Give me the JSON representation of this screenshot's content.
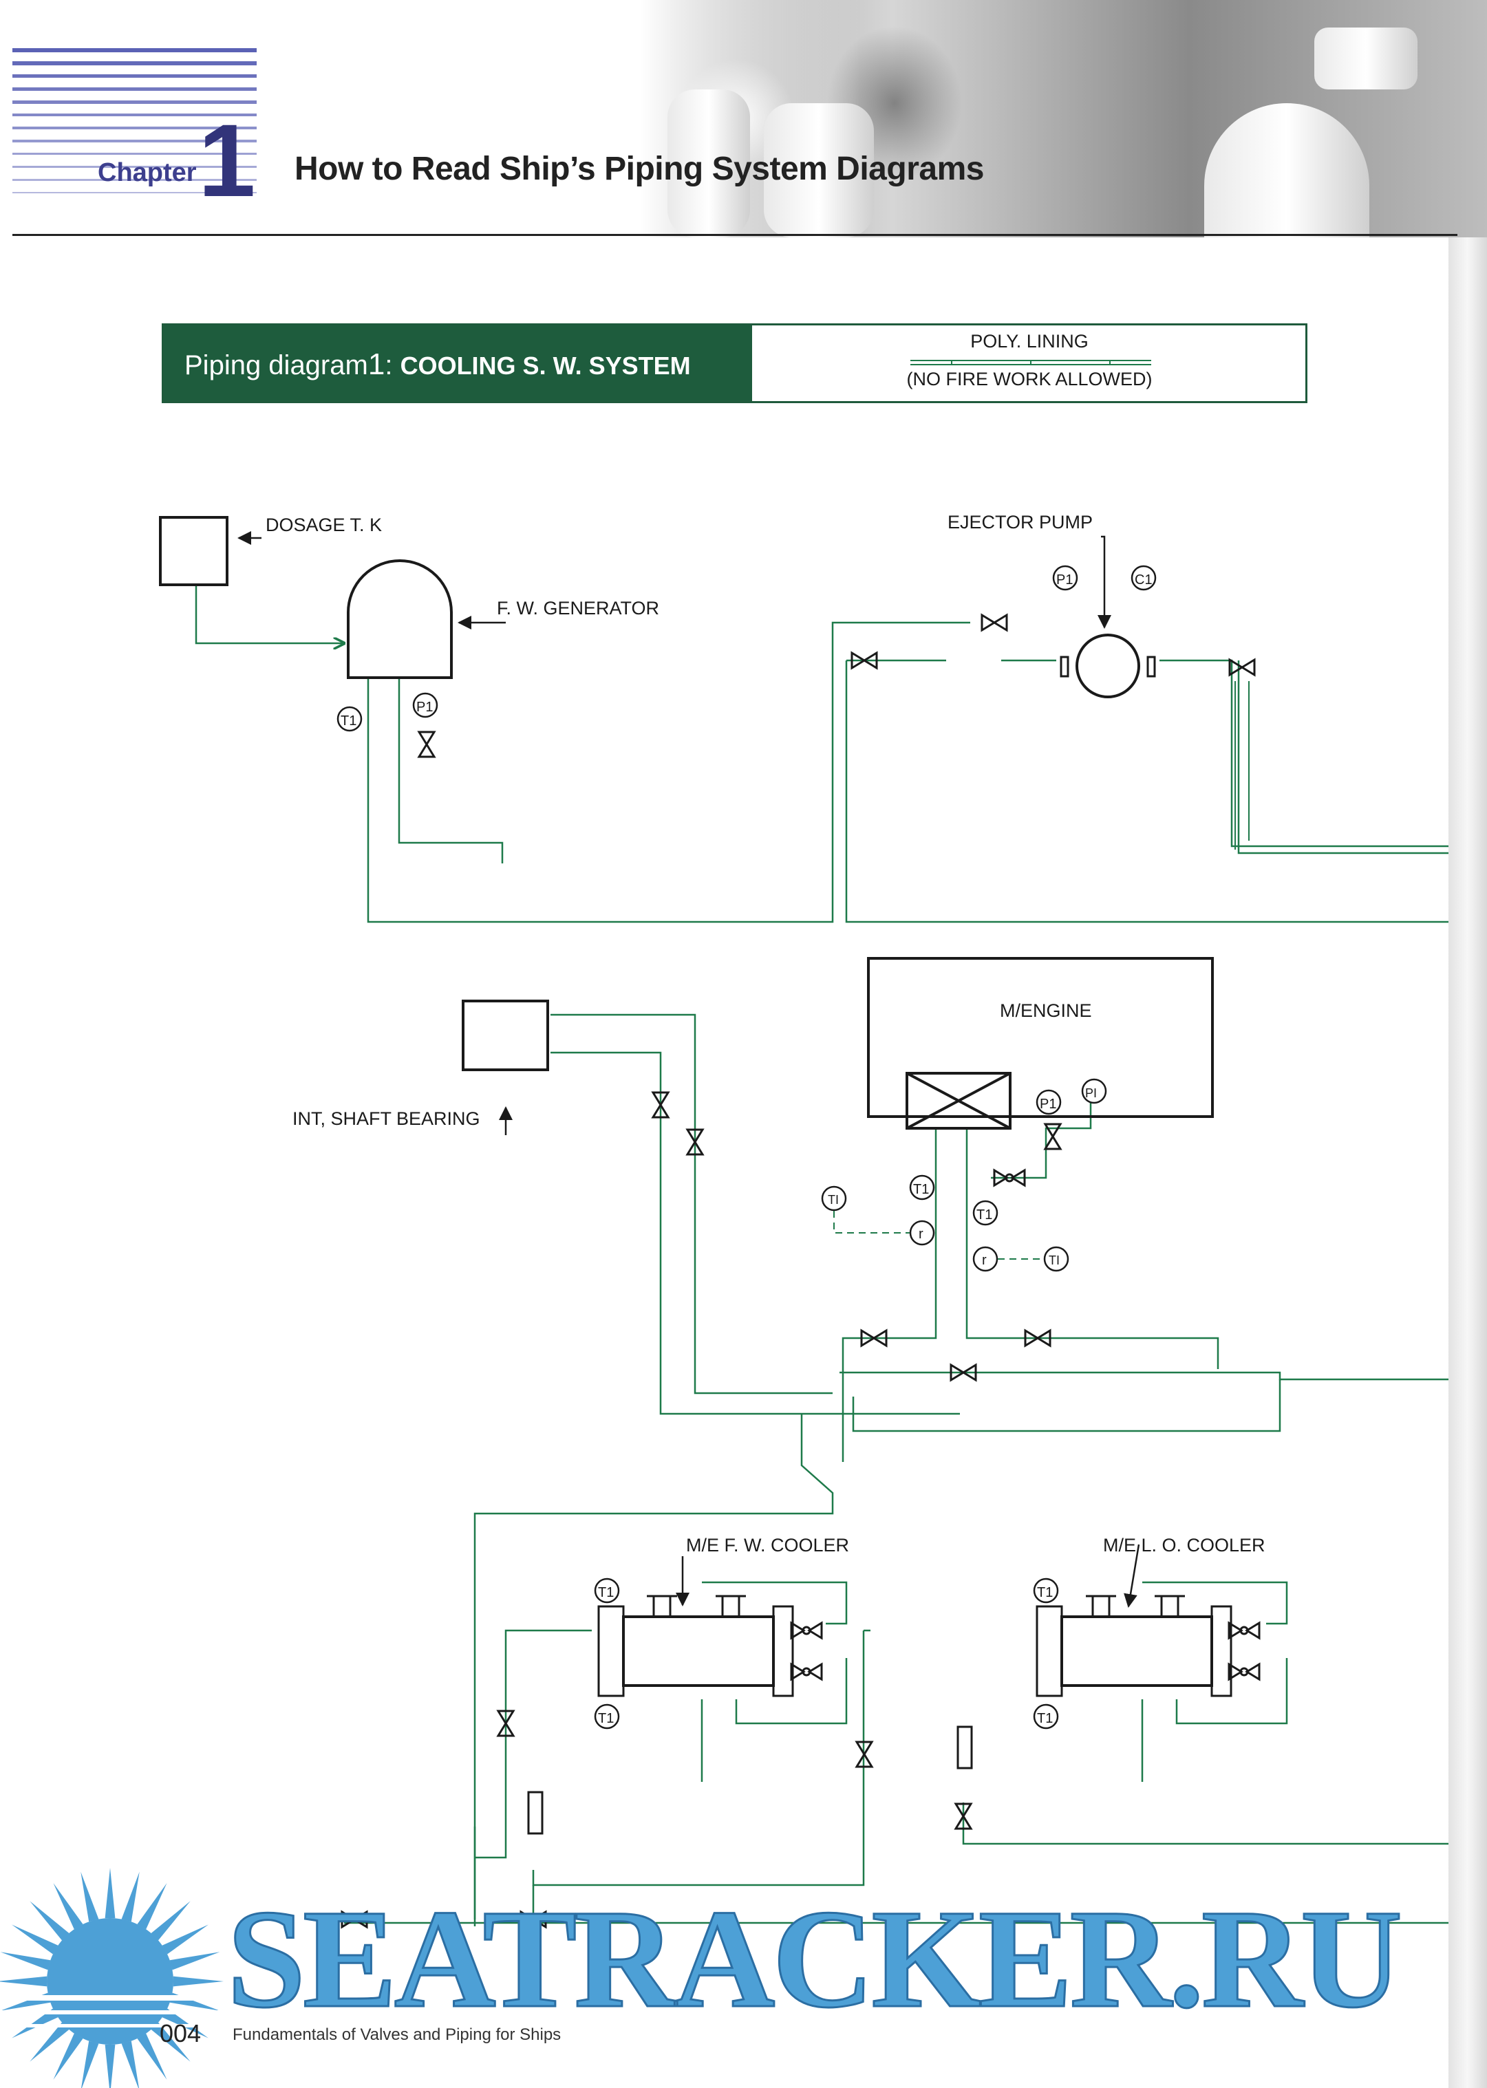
{
  "header": {
    "chapter_label": "Chapter",
    "chapter_number": "1",
    "title": "How to Read Ship’s Piping System Diagrams"
  },
  "diagram_header": {
    "prefix": "Piping diagram",
    "number": "1",
    "colon": ":",
    "system": "COOLING S. W. SYSTEM",
    "legend_top": "POLY. LINING",
    "legend_bottom": "(NO FIRE WORK ALLOWED)"
  },
  "labels": {
    "dosage_tank": "DOSAGE T. K",
    "fw_generator": "F. W. GENERATOR",
    "ejector_pump": "EJECTOR PUMP",
    "m_engine": "M/ENGINE",
    "int_shaft_bearing": "INT, SHAFT BEARING",
    "me_fw_cooler": "M/E F. W.  COOLER",
    "me_lo_cooler": "M/E L. O.  COOLER"
  },
  "instrument_tags": {
    "t1": "T1",
    "p1": "P1",
    "c1": "C1",
    "ti": "TI",
    "pi": "PI",
    "r": "r"
  },
  "footer": {
    "page_number": "004",
    "book_title": "Fundamentals of Valves and Piping for Ships"
  },
  "watermark": {
    "text": "SEATRACKER.RU"
  },
  "colors": {
    "pipe_green": "#1e7a4a",
    "title_green": "#1e5c3d",
    "stripe_blue": "#5b62b5",
    "watermark_blue": "#4da0d6"
  }
}
